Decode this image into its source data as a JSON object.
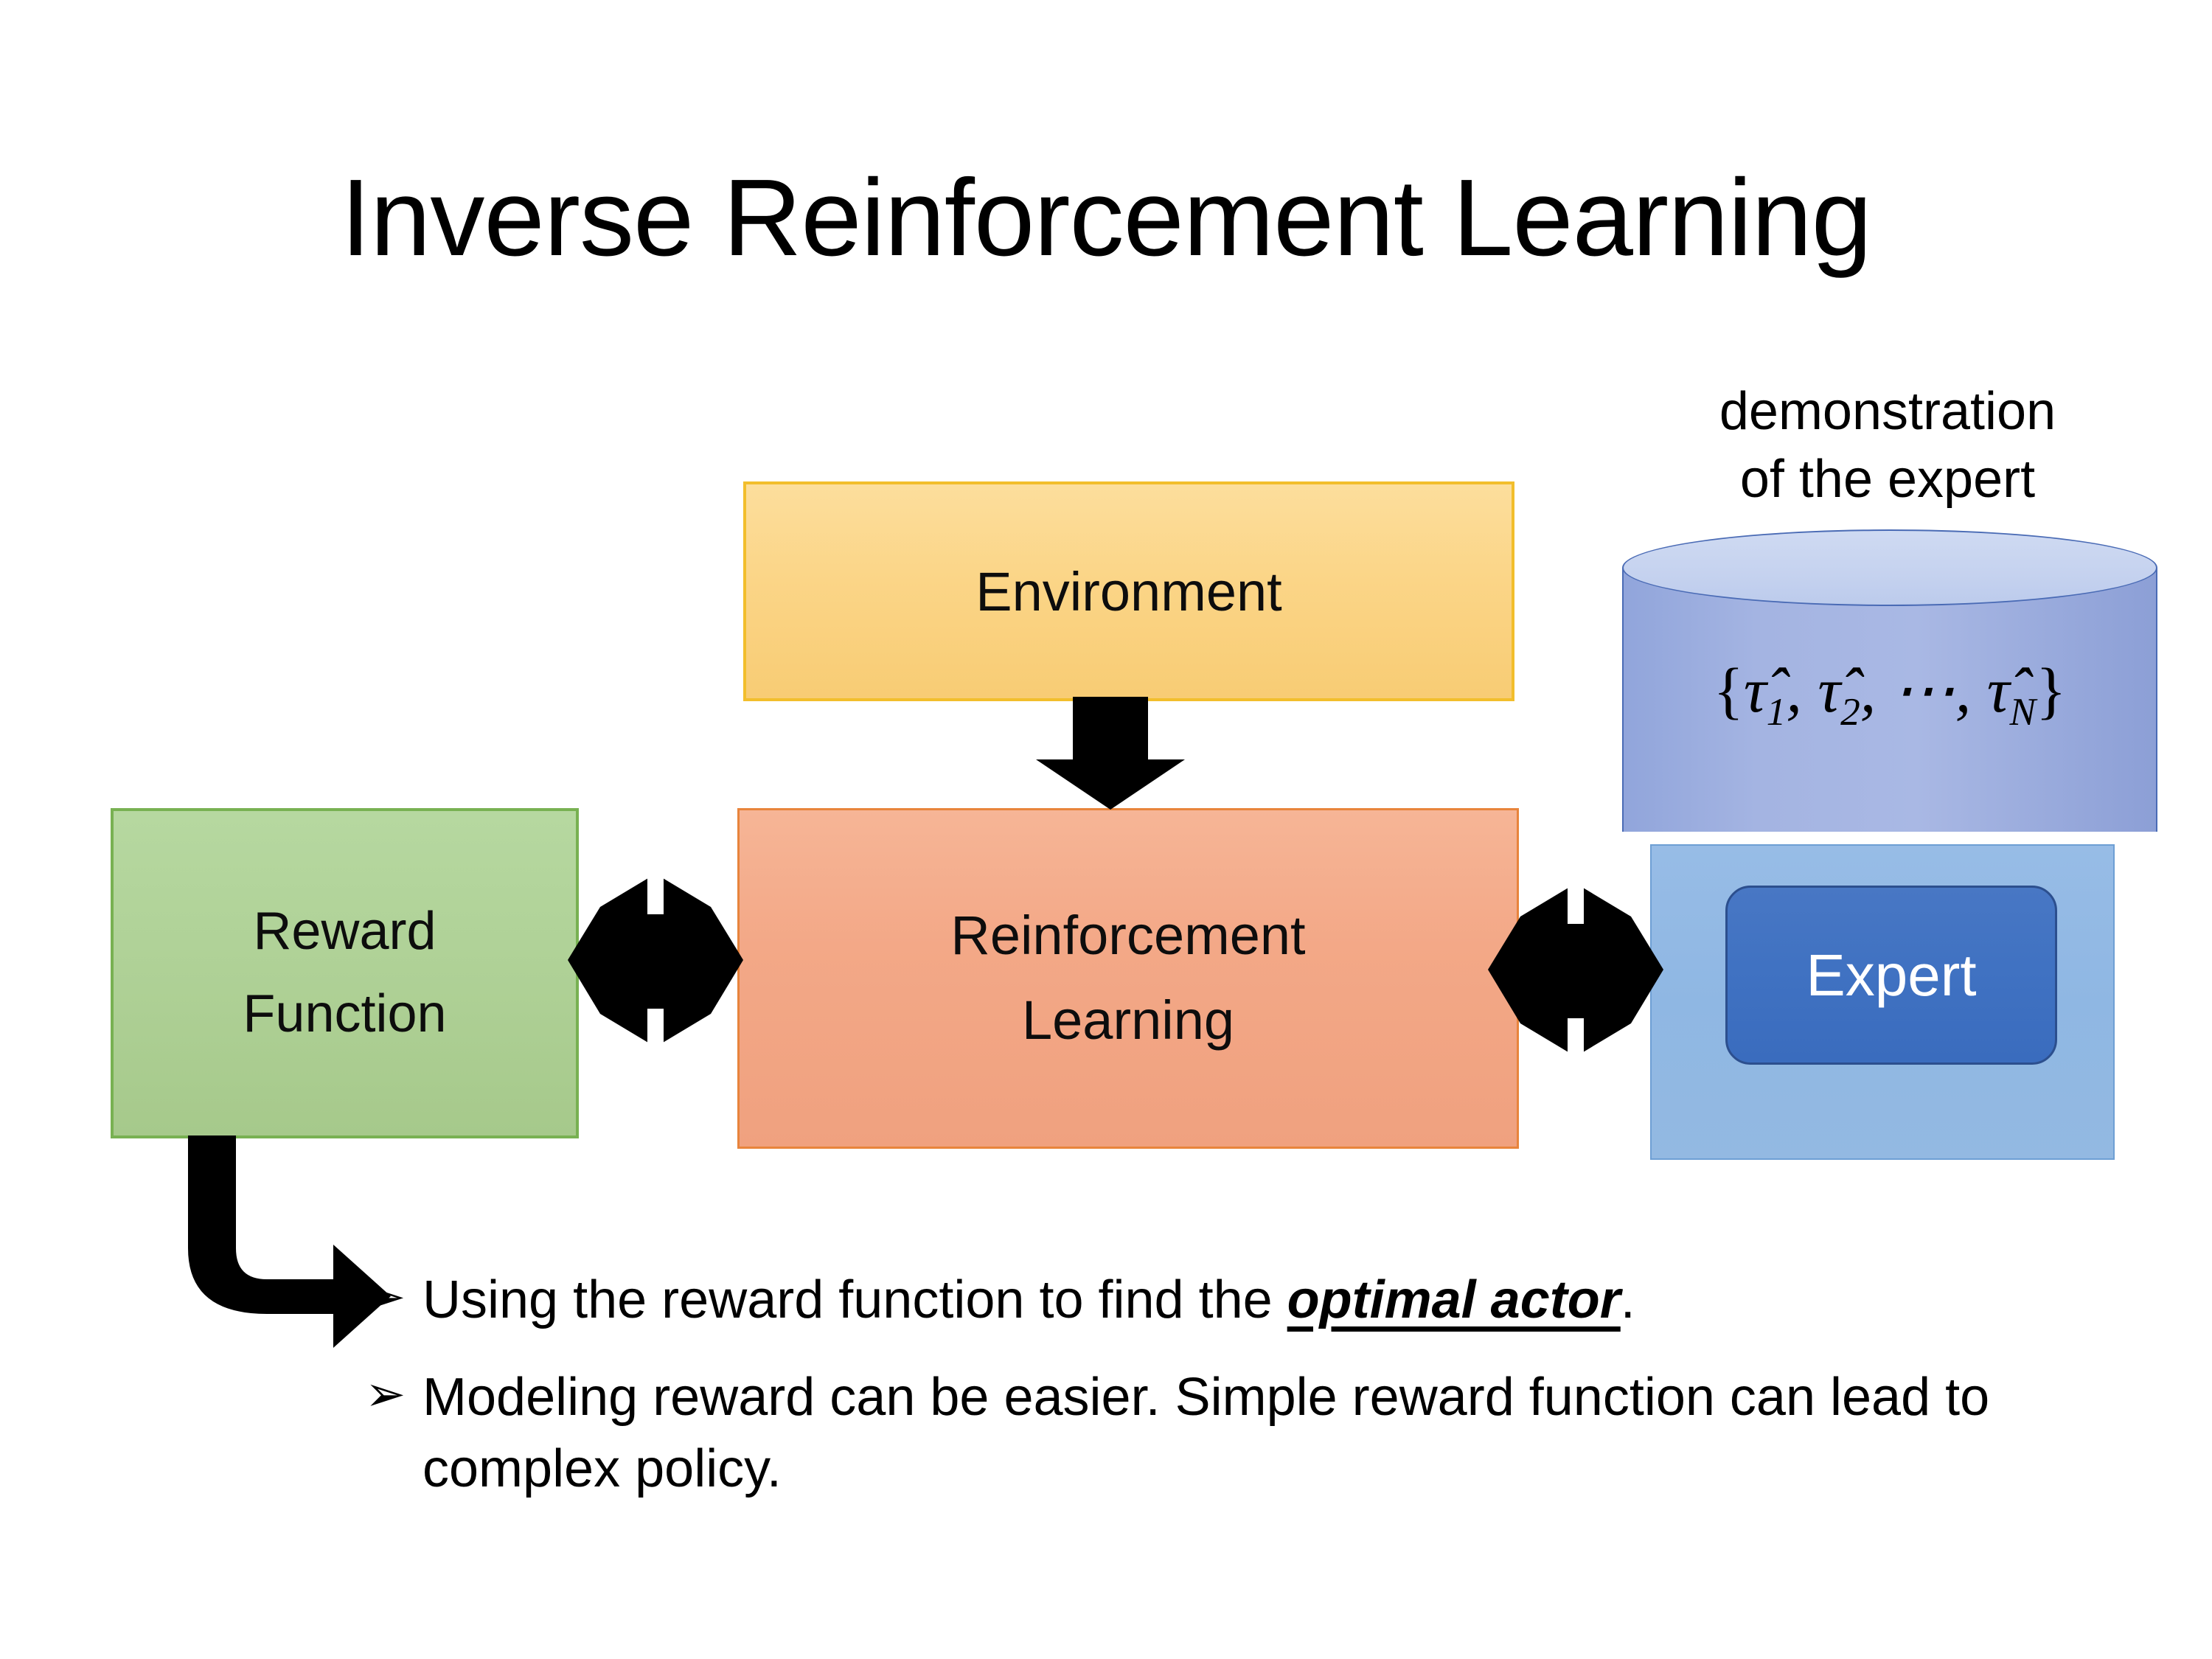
{
  "slide": {
    "title": "Inverse Reinforcement Learning",
    "background": "#FFFFFF"
  },
  "boxes": {
    "environment": {
      "label": "Environment",
      "fill": "#FBD587",
      "border": "#F2BE2C"
    },
    "reinforcement_learning": {
      "label_line1": "Reinforcement",
      "label_line2": "Learning",
      "fill": "#F3A887",
      "border": "#E8843C"
    },
    "reward_function": {
      "label_line1": "Reward",
      "label_line2": "Function",
      "fill": "#AED095",
      "border": "#78B152"
    },
    "expert": {
      "label": "Expert",
      "fill": "#4072C2",
      "border": "#2C4F8E",
      "text_color": "#FFFFFF"
    },
    "expert_panel": {
      "fill": "#8FB7E3",
      "border": "#6E9FD4"
    }
  },
  "demonstration": {
    "caption_line1": "demonstration",
    "caption_line2": "of the expert",
    "cylinder": {
      "formula_open": "{",
      "formula_terms": [
        "τ̂",
        "1",
        "τ̂",
        "2",
        "⋯",
        "τ̂",
        "N"
      ],
      "formula_plain": "{τ̂1, τ̂2, ⋯, τ̂N}",
      "fill": "#A4B4E2",
      "top_fill": "#C5D2EF",
      "border": "#4A6BB5"
    }
  },
  "arrows": {
    "environment_to_rl": "down-arrow",
    "reward_to_rl": "four-way-arrow",
    "rl_to_expert": "four-way-arrow",
    "reward_to_bullets": "elbow-arrow-right",
    "color": "#000000"
  },
  "bullets": [
    {
      "marker": "➢",
      "prefix": "Using the reward function to find the ",
      "emphasis": "optimal actor",
      "suffix": "."
    },
    {
      "marker": "➢",
      "prefix": "Modeling reward can be easier. Simple reward function can lead to complex policy.",
      "emphasis": "",
      "suffix": ""
    }
  ]
}
